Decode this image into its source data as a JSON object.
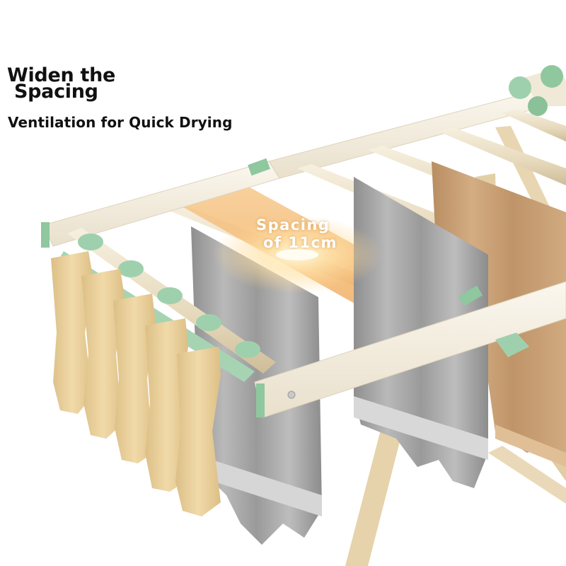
{
  "headline": {
    "line1": "Widen the",
    "line2": "Spacing",
    "subtitle": "Ventilation for Quick Drying"
  },
  "callout": {
    "line1": "Spacing",
    "line2": "of 11cm"
  },
  "colors": {
    "frame": "#f6f0e3",
    "rod": "#ece1c6",
    "leg": "#e3cfa6",
    "clip_green": "#9fcfae",
    "sock": "#e9cf9a",
    "towel_gray": "#a9a9a9",
    "towel_tan": "#caa27a",
    "glow": "#f2b46a"
  }
}
